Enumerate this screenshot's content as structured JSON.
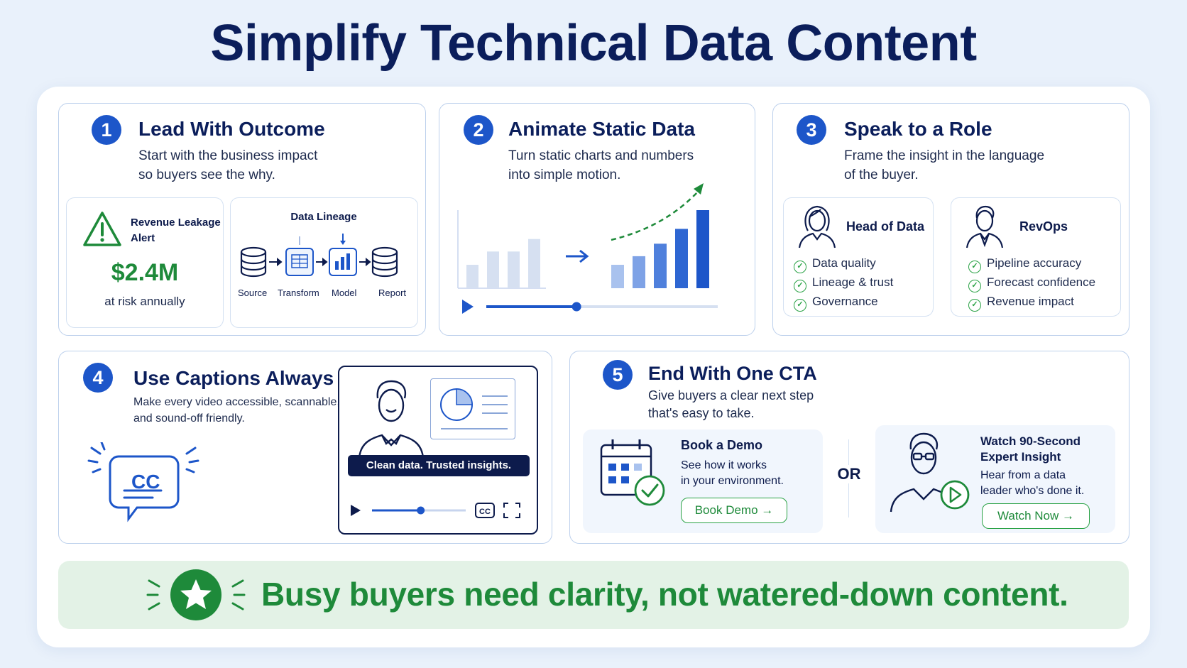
{
  "title": "Simplify Technical Data Content",
  "colors": {
    "navy": "#0b1e5b",
    "blue": "#1d56c9",
    "green": "#1e8a3a",
    "light_blue": "#c7d4ee",
    "banner_bg": "#e3f2e6"
  },
  "card1": {
    "number": "1",
    "title": "Lead With Outcome",
    "subtitle_line1": "Start with the business impact",
    "subtitle_line2": "so buyers see the why.",
    "alert": {
      "icon": "warning-icon",
      "label_line1": "Revenue Leakage",
      "label_line2": "Alert",
      "value": "$2.4M",
      "caption": "at risk annually"
    },
    "lineage": {
      "title": "Data Lineage",
      "steps": [
        "Source",
        "Transform",
        "Model",
        "Report"
      ]
    }
  },
  "card2": {
    "number": "2",
    "title": "Animate Static Data",
    "subtitle_line1": "Turn static charts and numbers",
    "subtitle_line2": "into simple motion.",
    "static_bars": [
      0.3,
      0.47,
      0.47,
      0.63
    ],
    "animated_bars": [
      0.3,
      0.41,
      0.57,
      0.76,
      1.0
    ],
    "player": {
      "progress": 0.39
    }
  },
  "card3": {
    "number": "3",
    "title": "Speak to a Role",
    "subtitle_line1": "Frame the insight in the language",
    "subtitle_line2": "of the buyer.",
    "roles": [
      {
        "name": "Head of Data",
        "icon": "woman-avatar-icon",
        "items": [
          "Data quality",
          "Lineage & trust",
          "Governance"
        ]
      },
      {
        "name": "RevOps",
        "icon": "man-avatar-icon",
        "items": [
          "Pipeline accuracy",
          "Forecast confidence",
          "Revenue impact"
        ]
      }
    ]
  },
  "card4": {
    "number": "4",
    "title": "Use Captions Always",
    "subtitle_line1": "Make every video accessible, scannable,",
    "subtitle_line2": "and sound-off friendly.",
    "cc_label": "CC",
    "caption_text": "Clean data. Trusted insights.",
    "player": {
      "progress": 0.52,
      "cc": "CC"
    }
  },
  "card5": {
    "number": "5",
    "title": "End With One CTA",
    "subtitle_line1": "Give buyers a clear next step",
    "subtitle_line2": "that's easy to take.",
    "or_label": "OR",
    "demo": {
      "title": "Book a Demo",
      "desc_line1": "See how it works",
      "desc_line2": "in your environment.",
      "button": "Book Demo",
      "button_arrow": "→"
    },
    "watch": {
      "title_line1": "Watch 90-Second",
      "title_line2": "Expert Insight",
      "desc_line1": "Hear from a data",
      "desc_line2": "leader who's done it.",
      "button": "Watch Now",
      "button_arrow": "→"
    }
  },
  "banner": {
    "text": "Busy buyers need clarity, not watered-down content.",
    "icon": "star-icon"
  }
}
